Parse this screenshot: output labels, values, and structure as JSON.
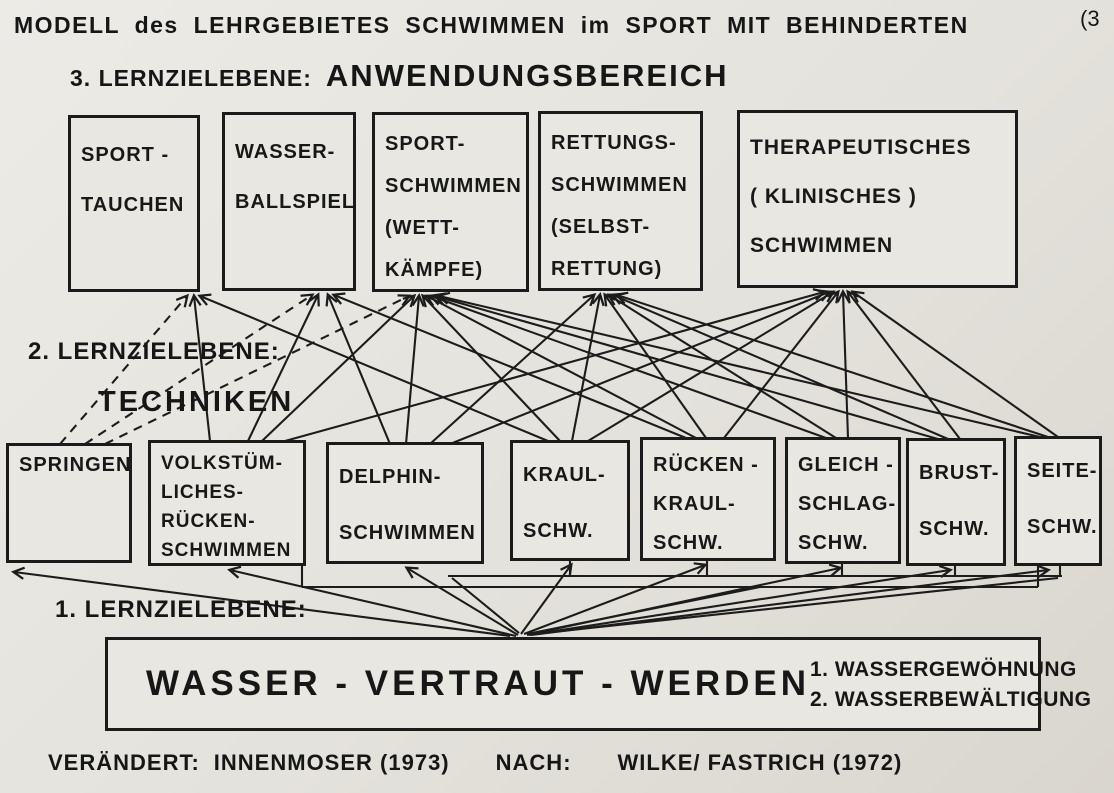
{
  "header": {
    "title": "MODELL des LEHRGEBIETES SCHWIMMEN im SPORT MIT BEHINDERTEN",
    "page_number": "(3"
  },
  "levels": {
    "level3_label": "3. LERNZIELEBENE:",
    "level3_title": "ANWENDUNGSBEREICH",
    "level2_label": "2. LERNZIELEBENE:",
    "level2_title": "TECHNIKEN",
    "level1_label": "1. LERNZIELEBENE:"
  },
  "application_boxes": [
    {
      "name": "sport-tauchen",
      "text": "SPORT -\nTAUCHEN"
    },
    {
      "name": "wasser-ballspiel",
      "text": "WASSER-\nBALLSPIEL"
    },
    {
      "name": "sport-schwimmen",
      "text": "SPORT-\nSCHWIMMEN\n(WETT-\nKÄMPFE)"
    },
    {
      "name": "rettungs-schwimmen",
      "text": "RETTUNGS-\nSCHWIMMEN\n(SELBST-\nRETTUNG)"
    },
    {
      "name": "therapeutisches-schwimmen",
      "text": "THERAPEUTISCHES\n( KLINISCHES )\nSCHWIMMEN"
    }
  ],
  "technique_boxes": [
    {
      "name": "springen",
      "text": "SPRINGEN"
    },
    {
      "name": "volkstuemliches-ruecken-schwimmen",
      "text": "VOLKSTÜM-\nLICHES-\nRÜCKEN-\nSCHWIMMEN"
    },
    {
      "name": "delphin-schwimmen",
      "text": "DELPHIN-\nSCHWIMMEN"
    },
    {
      "name": "kraul-schwimmen",
      "text": "KRAUL-\nSCHW."
    },
    {
      "name": "ruecken-kraul-schwimmen",
      "text": "RÜCKEN -\nKRAUL-\nSCHW."
    },
    {
      "name": "gleich-schlag-schwimmen",
      "text": "GLEICH -\nSCHLAG-\nSCHW."
    },
    {
      "name": "brust-schwimmen",
      "text": "BRUST-\nSCHW."
    },
    {
      "name": "seite-schwimmen",
      "text": "SEITE-\nSCHW."
    }
  ],
  "foundation": {
    "title": "WASSER - VERTRAUT - WERDEN",
    "item1": "1. WASSERGEWÖHNUNG",
    "item2": "2. WASSERBEWÄLTIGUNG"
  },
  "footer": {
    "changed_label": "VERÄNDERT:",
    "changed_value": "INNENMOSER (1973)",
    "after_label": "NACH:",
    "after_value": "WILKE/ FASTRICH (1972)"
  },
  "diagram": {
    "ink_color": "#1c1c1c",
    "edges": [
      {
        "p": [
          210,
          441,
          194,
          296
        ],
        "a": 1
      },
      {
        "p": [
          248,
          441,
          318,
          295
        ],
        "a": 1
      },
      {
        "p": [
          262,
          441,
          414,
          296
        ],
        "a": 1
      },
      {
        "p": [
          285,
          441,
          824,
          292
        ],
        "a": 1
      },
      {
        "p": [
          390,
          444,
          328,
          295
        ],
        "a": 1
      },
      {
        "p": [
          406,
          444,
          419,
          296
        ],
        "a": 1
      },
      {
        "p": [
          430,
          444,
          594,
          295
        ],
        "a": 1
      },
      {
        "p": [
          450,
          444,
          829,
          292
        ],
        "a": 1
      },
      {
        "p": [
          548,
          441,
          200,
          296
        ],
        "a": 1
      },
      {
        "p": [
          560,
          441,
          423,
          296
        ],
        "a": 1
      },
      {
        "p": [
          572,
          441,
          600,
          295
        ],
        "a": 1
      },
      {
        "p": [
          588,
          441,
          833,
          292
        ],
        "a": 1
      },
      {
        "p": [
          686,
          438,
          334,
          295
        ],
        "a": 1
      },
      {
        "p": [
          696,
          438,
          427,
          296
        ],
        "a": 1
      },
      {
        "p": [
          706,
          438,
          605,
          295
        ],
        "a": 1
      },
      {
        "p": [
          724,
          438,
          838,
          292
        ],
        "a": 1
      },
      {
        "p": [
          826,
          438,
          431,
          296
        ],
        "a": 1
      },
      {
        "p": [
          836,
          438,
          609,
          295
        ],
        "a": 1
      },
      {
        "p": [
          848,
          438,
          843,
          292
        ],
        "a": 1
      },
      {
        "p": [
          938,
          439,
          435,
          296
        ],
        "a": 1
      },
      {
        "p": [
          948,
          439,
          613,
          295
        ],
        "a": 1
      },
      {
        "p": [
          960,
          439,
          848,
          292
        ],
        "a": 1
      },
      {
        "p": [
          1040,
          437,
          439,
          296
        ],
        "a": 1
      },
      {
        "p": [
          1048,
          437,
          617,
          295
        ],
        "a": 1
      },
      {
        "p": [
          1058,
          437,
          853,
          292
        ],
        "a": 1
      },
      {
        "p": [
          60,
          444,
          187,
          296
        ],
        "d": 1,
        "a": 1
      },
      {
        "p": [
          85,
          444,
          312,
          295
        ],
        "d": 1,
        "a": 1
      },
      {
        "p": [
          105,
          444,
          409,
          296
        ],
        "d": 1,
        "a": 1
      },
      {
        "p": [
          510,
          636,
          14,
          572
        ],
        "a": 1
      },
      {
        "p": [
          516,
          636,
          230,
          570
        ],
        "a": 1
      },
      {
        "p": [
          518,
          635,
          407,
          568
        ],
        "a": 1
      },
      {
        "p": [
          521,
          634,
          571,
          565
        ],
        "a": 1
      },
      {
        "p": [
          524,
          634,
          705,
          565
        ],
        "a": 1
      },
      {
        "p": [
          527,
          635,
          840,
          568
        ],
        "a": 1
      },
      {
        "p": [
          529,
          635,
          950,
          570
        ],
        "a": 1
      },
      {
        "p": [
          531,
          635,
          1048,
          570
        ],
        "a": 1
      },
      {
        "p": [
          448,
          576,
          1062,
          576
        ]
      },
      {
        "p": [
          570,
          576,
          570,
          561
        ]
      },
      {
        "p": [
          707,
          576,
          707,
          561
        ]
      },
      {
        "p": [
          842,
          576,
          842,
          564
        ]
      },
      {
        "p": [
          955,
          576,
          955,
          566
        ]
      },
      {
        "p": [
          1060,
          576,
          1060,
          566
        ]
      },
      {
        "p": [
          452,
          578,
          519,
          633
        ]
      },
      {
        "p": [
          1058,
          578,
          534,
          634
        ]
      },
      {
        "p": [
          302,
          587,
          1038,
          587
        ]
      },
      {
        "p": [
          302,
          587,
          302,
          566
        ]
      },
      {
        "p": [
          1038,
          587,
          1038,
          566
        ]
      },
      {
        "p": [
          760,
          587,
          527,
          634
        ]
      }
    ]
  }
}
